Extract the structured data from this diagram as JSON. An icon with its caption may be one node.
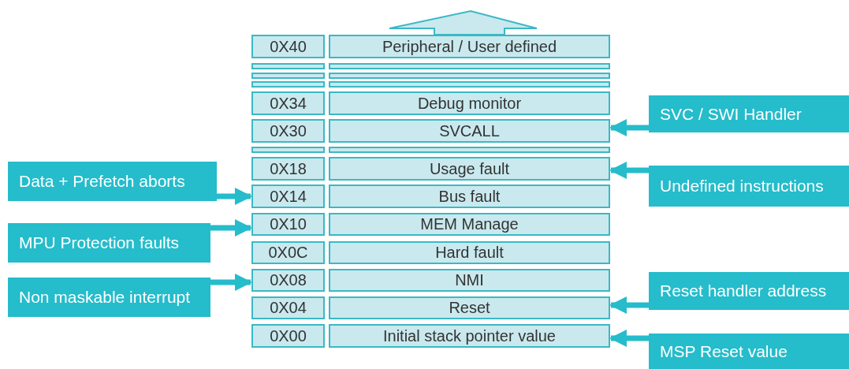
{
  "diagram": {
    "nodes": [
      {
        "text": [
          "0X40"
        ]
      },
      {
        "text": [
          "Peripheral / User defined"
        ]
      },
      {
        "text": [],
        "shape": "bar"
      },
      {
        "text": [],
        "shape": "bar"
      },
      {
        "text": [],
        "shape": "bar"
      },
      {
        "text": [],
        "shape": "bar"
      },
      {
        "text": [],
        "shape": "bar"
      },
      {
        "text": [],
        "shape": "bar"
      },
      {
        "text": [
          "0X34"
        ]
      },
      {
        "text": [
          "Debug monitor"
        ]
      },
      {
        "text": [
          "0X30"
        ]
      },
      {
        "text": [
          "SVCALL"
        ]
      },
      {
        "text": [],
        "shape": "bar"
      },
      {
        "text": [],
        "shape": "bar"
      },
      {
        "text": [
          "0X18"
        ]
      },
      {
        "text": [
          "Usage fault"
        ]
      },
      {
        "text": [
          "0X14"
        ]
      },
      {
        "text": [
          "Bus fault"
        ]
      },
      {
        "text": [
          "0X10"
        ]
      },
      {
        "text": [
          "MEM Manage"
        ]
      },
      {
        "text": [
          "0X0C"
        ]
      },
      {
        "text": [
          "Hard fault"
        ]
      },
      {
        "text": [
          "0X08"
        ]
      },
      {
        "text": [
          "NMI"
        ]
      },
      {
        "text": [
          "0X04"
        ]
      },
      {
        "text": [
          "Reset"
        ]
      },
      {
        "text": [
          "0X00"
        ]
      },
      {
        "text": [
          "Initial stack pointer value"
        ]
      },
      {
        "text": [
          "SVC / SWI Handler"
        ]
      },
      {
        "text": [
          "Data + Prefetch aborts"
        ]
      },
      {
        "text": [
          "Undefined instructions"
        ]
      },
      {
        "text": [
          "MPU Protection faults"
        ]
      },
      {
        "text": [
          "Non maskable interrupt"
        ]
      },
      {
        "text": [
          "Reset handler address"
        ]
      },
      {
        "text": [
          "MSP Reset value"
        ]
      }
    ],
    "edges": [
      {
        "from": 28,
        "to": 11,
        "arrow": "to"
      },
      {
        "from": 29,
        "to": 16,
        "arrow": "to"
      },
      {
        "from": 30,
        "to": 15,
        "arrow": "to"
      },
      {
        "from": 31,
        "to": 18,
        "arrow": "to"
      },
      {
        "from": 32,
        "to": 22,
        "arrow": "to"
      },
      {
        "from": 33,
        "to": 25,
        "arrow": "to"
      },
      {
        "from": 34,
        "to": 27,
        "arrow": "to"
      }
    ]
  }
}
